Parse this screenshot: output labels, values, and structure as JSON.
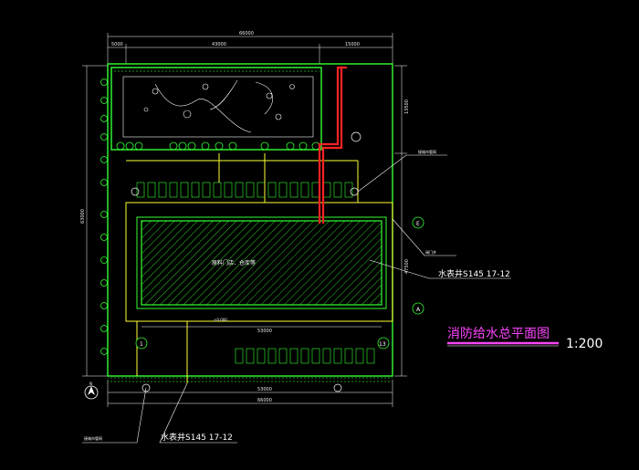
{
  "drawing": {
    "title": "消防给水总平面图",
    "scale": "1:200",
    "building_label": "原料门店、仓库等",
    "callouts": {
      "top_right_valve": "接城市管网",
      "top_right_meter": "阀门井",
      "right_pipe": "水表井S145 17-12",
      "bottom_left_valve": "接城市管网",
      "bottom_left_pipe": "水表井S145 17-12"
    },
    "dimensions": {
      "top_left": "5000",
      "top_mid": "43000",
      "top_right": "15000",
      "top_total": "66000",
      "bottom_mid": "53000",
      "bottom_total": "66000",
      "left_total": "63000",
      "right_upper": "13500",
      "right_lower": "47500",
      "inner_bottom": "53000"
    },
    "axes": {
      "left_num": "1",
      "right_num": "13",
      "top_letter": "E",
      "bottom_letter": "A"
    },
    "north": "N",
    "elevation": "±0.000"
  },
  "colors": {
    "background": "#000000",
    "site": "#33ff33",
    "axis": "#ffff33",
    "pipe": "#ff2222",
    "dims": "#ffffff",
    "title": "#ff44ff"
  }
}
